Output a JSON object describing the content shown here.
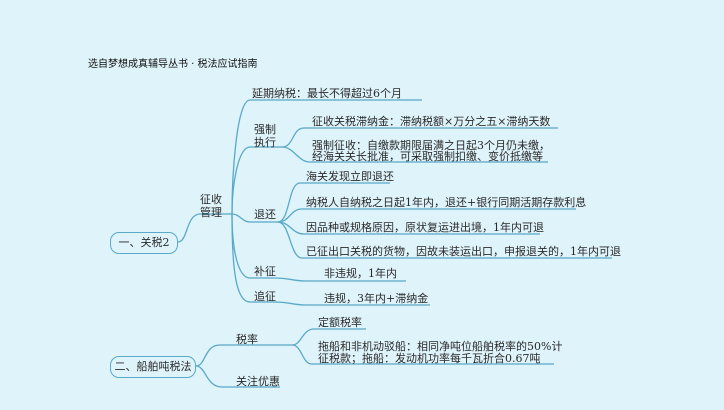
{
  "header": {
    "title": "选自梦想成真辅导丛书 · 税法应试指南"
  },
  "colors": {
    "background": "#def3fa",
    "line": "#5aa9c8"
  },
  "customs": {
    "root": "一、关税2",
    "collection_mgmt": "征收管理",
    "extension": "延期纳税：最长不得超过6个月",
    "enforcement": "强制执行",
    "late_fee": "征收关税滞纳金：滞纳税额×万分之五×滞纳天数",
    "forced_line1": "强制征收：自缴款期限届满之日起3个月仍未缴，",
    "forced_line2": "经海关关长批准，可采取强制扣缴、变价抵缴等",
    "refund": "退还",
    "refund_items": [
      "海关发现立即退还",
      "纳税人自纳税之日起1年内，退还+银行同期活期存款利息",
      "因品种或规格原因，原状复运进出境，1年内可退",
      "已征出口关税的货物，因故未装运出口，申报退关的，1年内可退"
    ],
    "supplement": "补征",
    "supplement_desc": "非违规，1年内",
    "recovery": "追征",
    "recovery_desc": "违规，3年内+滞纳金"
  },
  "tonnage": {
    "root": "二、船舶吨税法",
    "rate": "税率",
    "rate_items": [
      "定额税率",
      "拖船和非机动驳船：相同净吨位船舶税率的50%计"
    ],
    "rate_note": "征税款；拖船：发动机功率每千瓦折合0.67吨",
    "attention": "关注优惠"
  }
}
